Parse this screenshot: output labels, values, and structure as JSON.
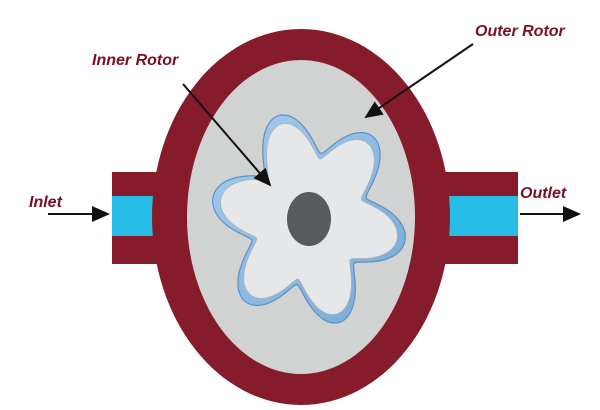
{
  "labels": {
    "inner_rotor": "Inner Rotor",
    "outer_rotor": "Outer Rotor",
    "inlet": "Inlet",
    "outlet": "Outlet"
  },
  "colors": {
    "housing": "#861b2c",
    "rotor_chamber": "#d1d3d2",
    "inner_rotor": "#e6e7e9",
    "rotor_edge": "#8eb8dc",
    "ports": "#28bde6",
    "hub": "#585a5c",
    "label_text": "#7a1023"
  }
}
